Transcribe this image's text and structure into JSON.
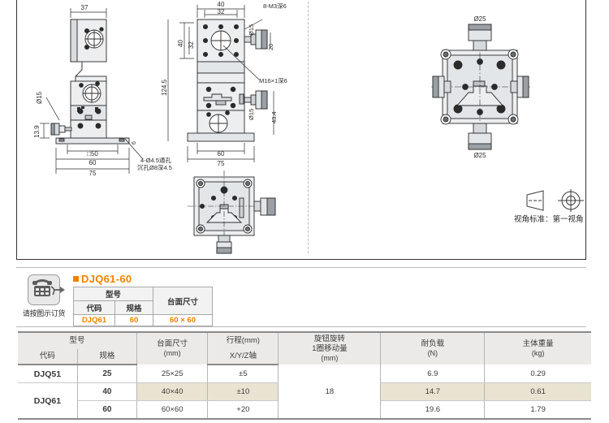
{
  "drawings": {
    "view_standard": {
      "label": "视角标准：第一视角",
      "icon": "first-angle-projection-symbol"
    },
    "left_view": {
      "name": "side-elevation-view",
      "dims": [
        "37",
        "Ø15",
        "13.9",
        "□50",
        "60",
        "75",
        "6"
      ],
      "notes": [
        "4-Ø4.5通孔",
        "沉孔Ø8深4.5"
      ]
    },
    "front_view": {
      "name": "front-elevation-view",
      "dims": [
        "40",
        "32",
        "40",
        "32",
        "124.5",
        "Ø15",
        "20",
        "Ø15",
        "43.4",
        "60",
        "75"
      ],
      "notes": [
        "8-M3深6",
        "M16×1深6"
      ]
    },
    "bottom_view": {
      "name": "plan-view",
      "dims": []
    },
    "right_view": {
      "name": "top-plan-view",
      "dims": [
        "Ø25",
        "Ø25"
      ]
    }
  },
  "order_example": {
    "note": "请按图示订货",
    "phone_icon": "telephone-icon",
    "hand_icon": "pointing-hand-icon",
    "title": "DJQ61-60",
    "headers": {
      "model_group": "型号",
      "code": "代码",
      "spec": "规格",
      "table_size": "台面尺寸"
    },
    "values": {
      "code": "DJQ61",
      "spec": "60",
      "table_size": "60 × 60"
    }
  },
  "spec_table": {
    "headers": {
      "model_group": "型号",
      "code": "代码",
      "spec": "规格",
      "table_size_l1": "台面尺寸",
      "table_size_l2": "(mm)",
      "stroke_l1": "行程(mm)",
      "stroke_l2": "X/Y/Z轴",
      "knob_l1": "旋钮旋转",
      "knob_l2": "1圈移动量",
      "knob_l3": "(mm)",
      "load_l1": "耐负载",
      "load_l2": "(N)",
      "weight_l1": "主体重量",
      "weight_l2": "(kg)"
    },
    "knob_value": "18",
    "rows": [
      {
        "code": "DJQ51",
        "spec": "25",
        "table_size": "25×25",
        "stroke": "±5",
        "load": "6.9",
        "weight": "0.29",
        "highlight": false
      },
      {
        "code": "DJQ61",
        "spec": "40",
        "table_size": "40×40",
        "stroke": "±10",
        "load": "14.7",
        "weight": "0.61",
        "highlight": true
      },
      {
        "code": "",
        "spec": "60",
        "table_size": "60×60",
        "stroke": "+20",
        "load": "19.6",
        "weight": "1.79",
        "highlight": false
      }
    ]
  },
  "colors": {
    "accent": "#f08200",
    "header_bg": "#eceae9",
    "highlight_bg": "#e9e4d2",
    "rule": "#8a8a8a"
  }
}
